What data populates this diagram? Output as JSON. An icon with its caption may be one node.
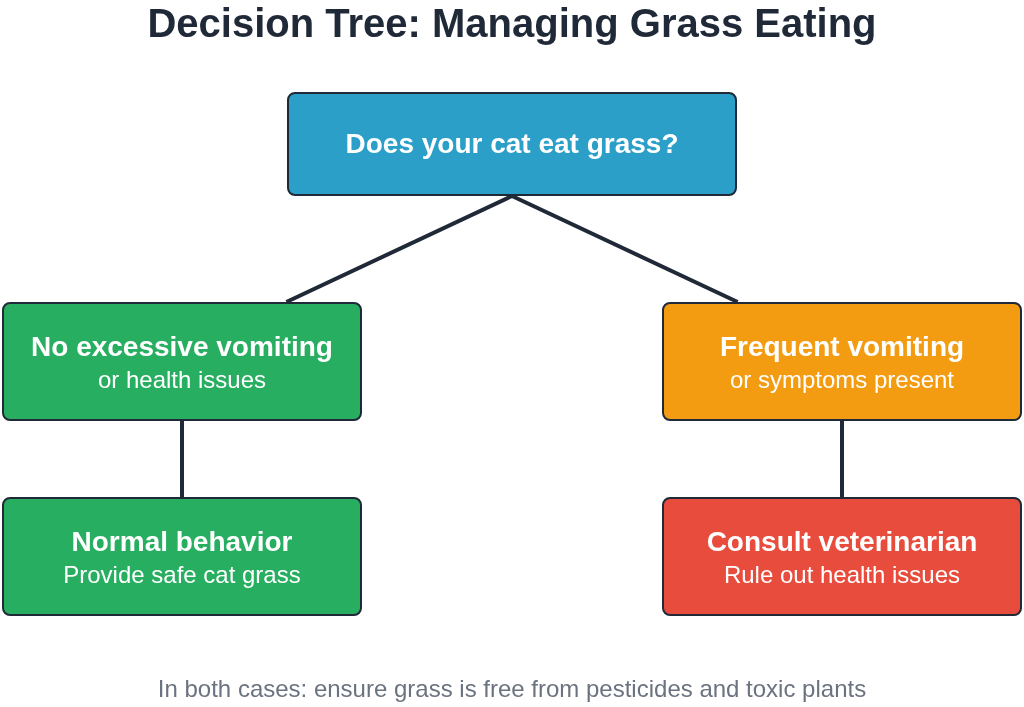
{
  "diagram": {
    "title": "Decision Tree: Managing Grass Eating",
    "nodes": [
      {
        "text": [
          "Does your cat eat grass?"
        ]
      },
      {
        "text": [
          "No excessive vomiting",
          "or health issues"
        ]
      },
      {
        "text": [
          "Frequent vomiting",
          "or symptoms present"
        ]
      },
      {
        "text": [
          "Normal behavior",
          "Provide safe cat grass"
        ]
      },
      {
        "text": [
          "Consult veterinarian",
          "Rule out health issues"
        ]
      }
    ],
    "edges": [
      {
        "from": 0,
        "to": 1,
        "arrow": "none"
      },
      {
        "from": 0,
        "to": 2,
        "arrow": "none"
      },
      {
        "from": 1,
        "to": 3,
        "arrow": "none"
      },
      {
        "from": 2,
        "to": 4,
        "arrow": "none"
      }
    ],
    "caption": "In both cases: ensure grass is free from pesticides and toxic plants"
  }
}
